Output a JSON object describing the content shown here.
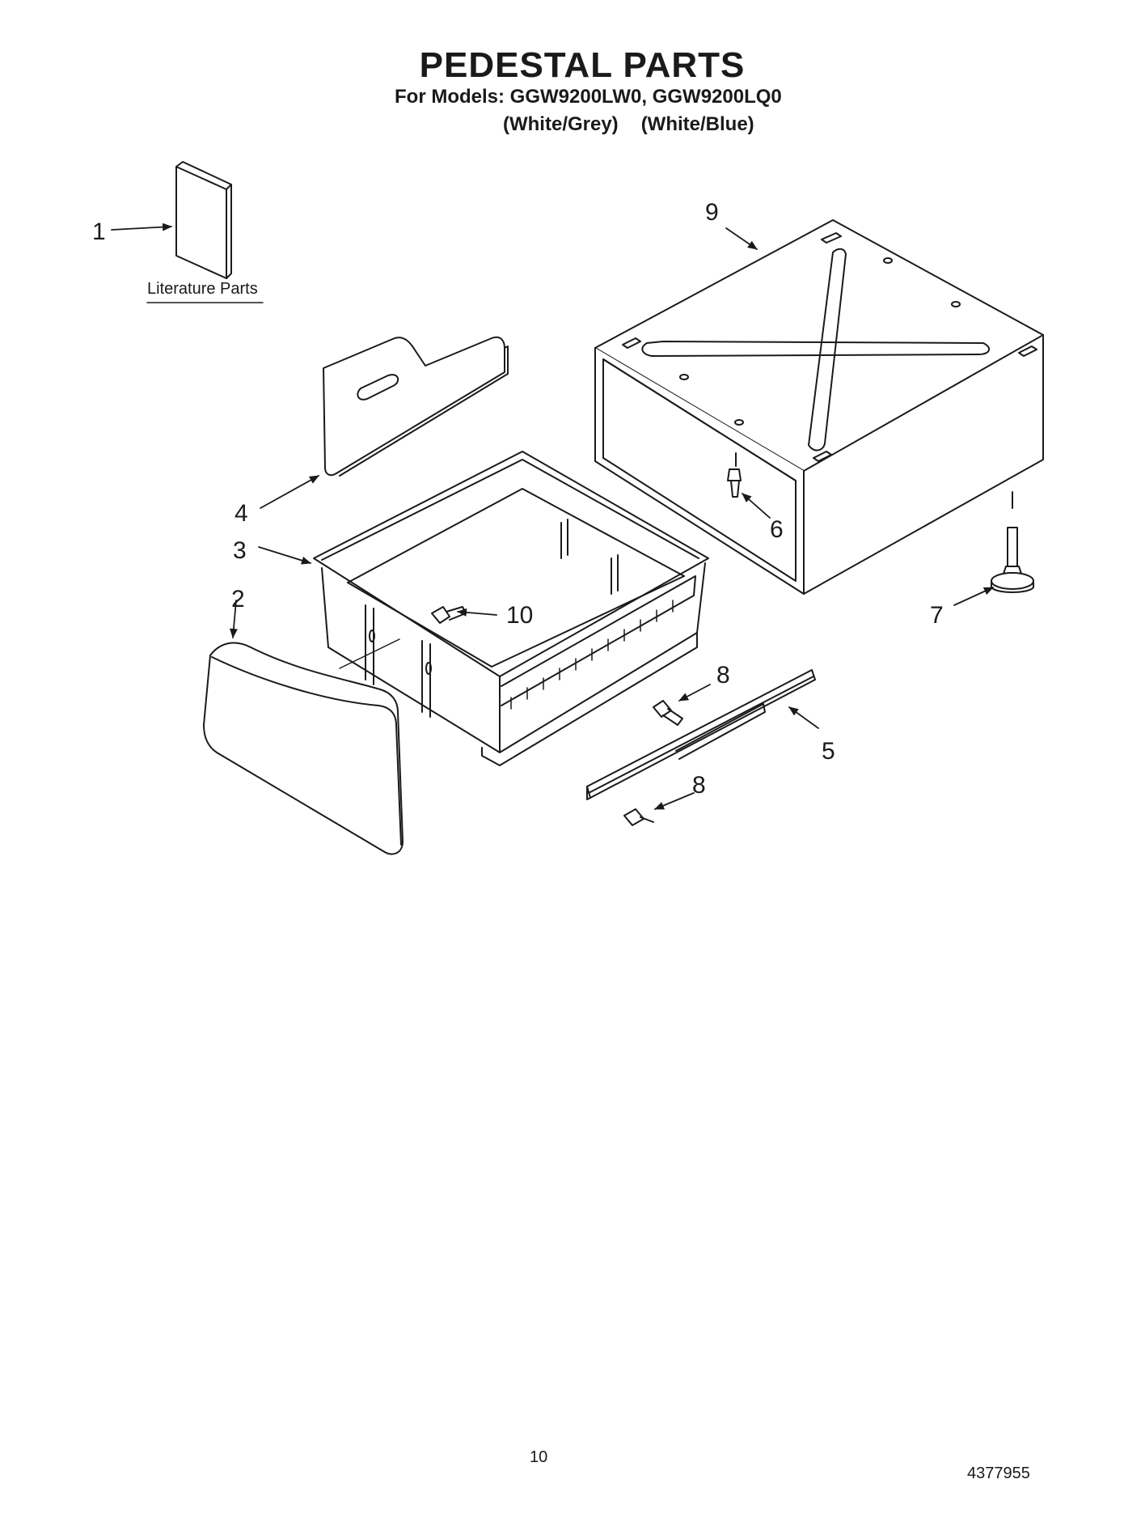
{
  "title": "PEDESTAL PARTS",
  "models_line": "For Models: GGW9200LW0, GGW9200LQ0",
  "colors": [
    "(White/Grey)",
    "(White/Blue)"
  ],
  "literature_label": "Literature Parts",
  "callouts": {
    "c1": "1",
    "c2": "2",
    "c3": "3",
    "c4": "4",
    "c5": "5",
    "c6": "6",
    "c7": "7",
    "c8a": "8",
    "c8b": "8",
    "c9": "9",
    "c10": "10"
  },
  "footer": {
    "page_number": "10",
    "doc_number": "4377955"
  }
}
